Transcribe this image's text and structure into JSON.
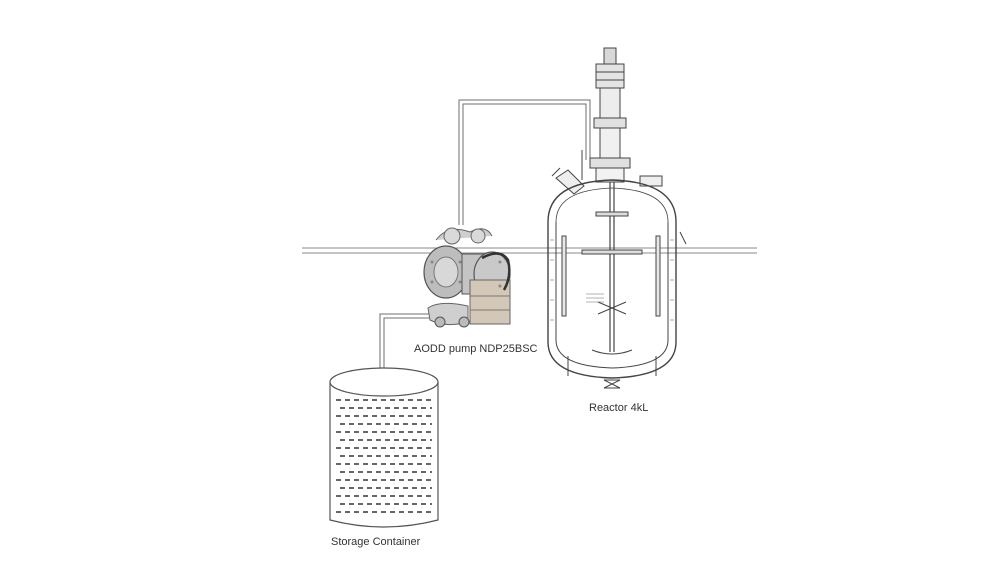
{
  "labels": {
    "pump": "AODD pump NDP25BSC",
    "reactor": "Reactor 4kL",
    "storage": "Storage Container"
  },
  "icons": {
    "pump": "diaphragm-pump",
    "reactor": "agitated-reactor-vessel",
    "storage": "liquid-storage-tank"
  },
  "colors": {
    "pipe": "#8a8a8a",
    "line": "#555555",
    "label": "#333333"
  }
}
